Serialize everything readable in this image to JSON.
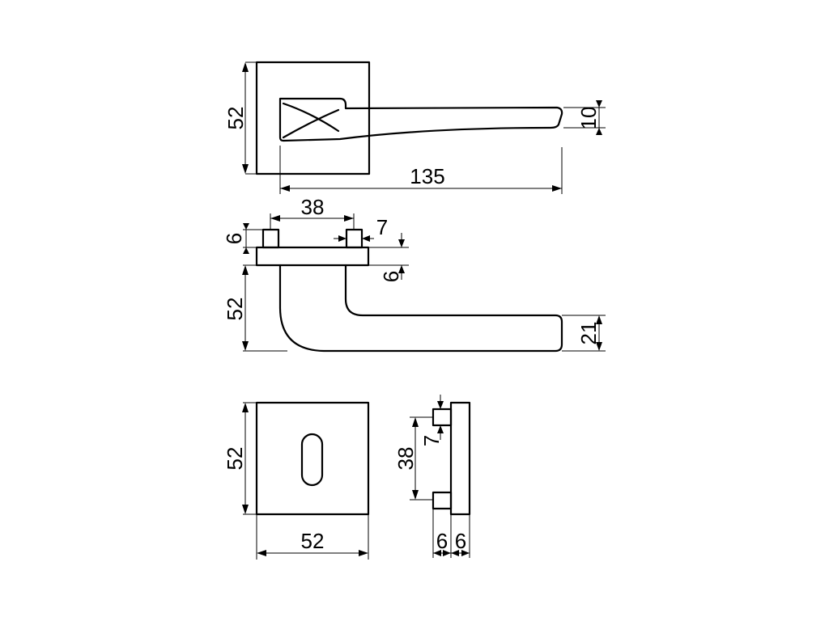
{
  "dimensions": {
    "top_rose_height": "52",
    "lever_thickness": "10",
    "lever_length": "135",
    "spindle_spacing": "38",
    "pin_width": "7",
    "pin_height": "6",
    "rose_thickness": "6",
    "side_lever_height": "52",
    "lever_tip_height": "21",
    "escutcheon_height": "52",
    "escutcheon_width": "52",
    "side_spacing": "38",
    "side_pin_width": "7",
    "side_pin_depth": "6",
    "side_plate_depth": "6"
  }
}
